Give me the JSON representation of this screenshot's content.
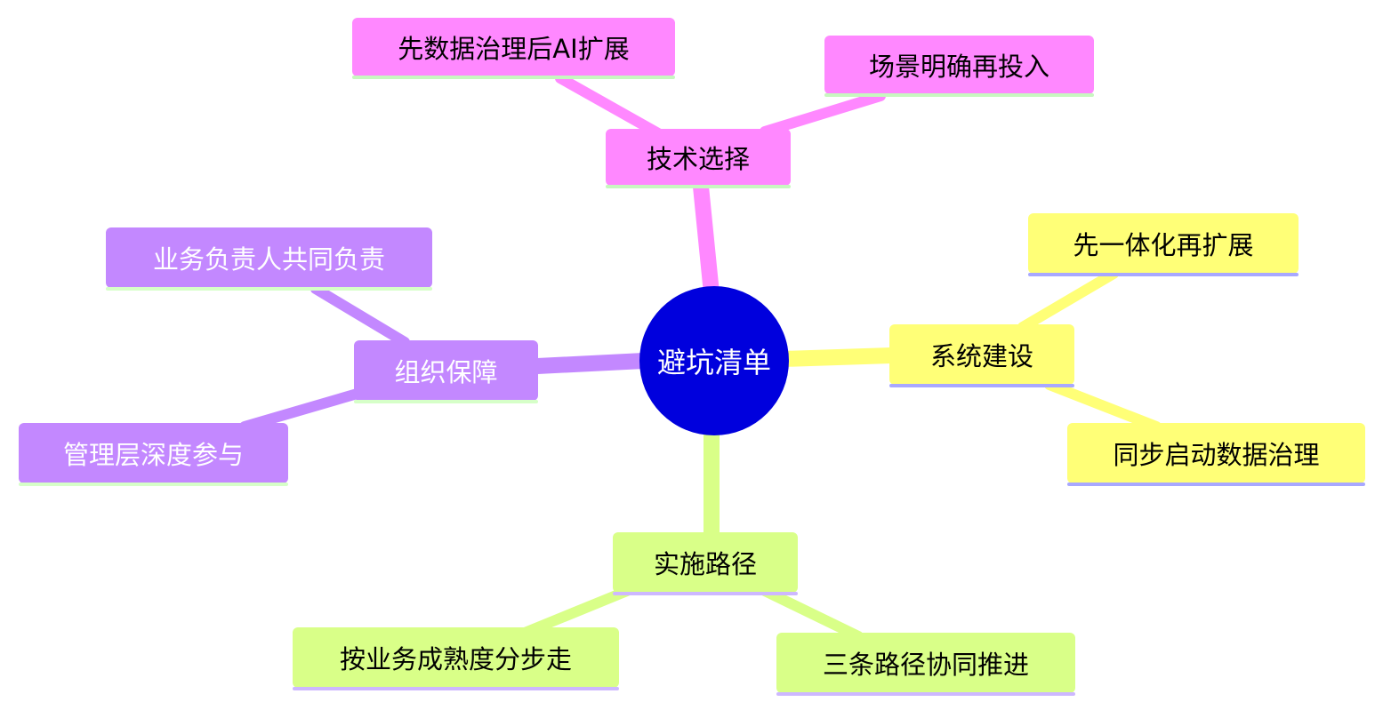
{
  "colors": {
    "root": "#0000dd",
    "tech": "#ff88ff",
    "system": "#ffff77",
    "path": "#d9ff88",
    "org": "#c388ff"
  },
  "root": {
    "label": "避坑清单"
  },
  "branches": {
    "tech": {
      "label": "技术选择",
      "children": [
        "先数据治理后AI扩展",
        "场景明确再投入"
      ]
    },
    "system": {
      "label": "系统建设",
      "children": [
        "先一体化再扩展",
        "同步启动数据治理"
      ]
    },
    "path": {
      "label": "实施路径",
      "children": [
        "按业务成熟度分步走",
        "三条路径协同推进"
      ]
    },
    "org": {
      "label": "组织保障",
      "children": [
        "业务负责人共同负责",
        "管理层深度参与"
      ]
    }
  }
}
